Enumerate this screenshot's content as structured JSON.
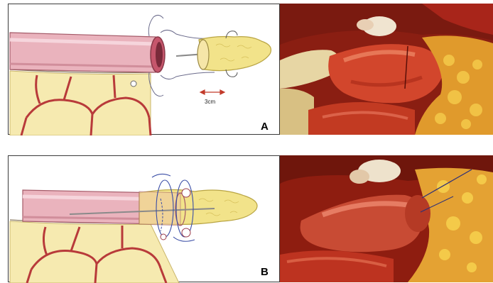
{
  "figure": {
    "panels": [
      {
        "letter": "A",
        "scale_label": "3cm"
      },
      {
        "letter": "B"
      }
    ]
  }
}
